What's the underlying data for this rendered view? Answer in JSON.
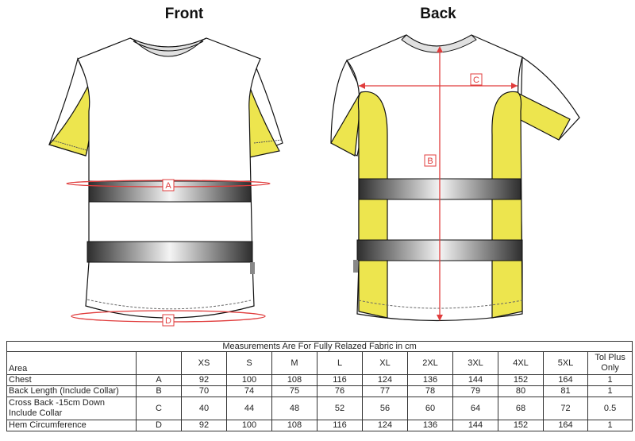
{
  "titles": {
    "front": "Front",
    "back": "Back"
  },
  "measurement_markers": {
    "chest": "A",
    "back_length": "B",
    "cross_back": "C",
    "hem": "D"
  },
  "colors": {
    "hi_vis_yellow": "#EDE54E",
    "measure_red": "#E03C3C",
    "collar_grey": "#E0E0E0",
    "tape_dark": "#3A3A3A"
  },
  "table": {
    "caption": "Measurements Are For Fully Relazed Fabric in cm",
    "header": {
      "area": "Area",
      "code": "",
      "sizes": [
        "XS",
        "S",
        "M",
        "L",
        "XL",
        "2XL",
        "3XL",
        "4XL",
        "5XL"
      ],
      "tol": "Tol Plus Only"
    },
    "rows": [
      {
        "area": "Chest",
        "code": "A",
        "values": [
          "92",
          "100",
          "108",
          "116",
          "124",
          "136",
          "144",
          "152",
          "164"
        ],
        "tol": "1"
      },
      {
        "area": "Back Length (Include Collar)",
        "code": "B",
        "values": [
          "70",
          "74",
          "75",
          "76",
          "77",
          "78",
          "79",
          "80",
          "81"
        ],
        "tol": "1"
      },
      {
        "area": "Cross Back -15cm Down Include Collar",
        "code": "C",
        "values": [
          "40",
          "44",
          "48",
          "52",
          "56",
          "60",
          "64",
          "68",
          "72"
        ],
        "tol": "0.5"
      },
      {
        "area": "Hem Circumference",
        "code": "D",
        "values": [
          "92",
          "100",
          "108",
          "116",
          "124",
          "136",
          "144",
          "152",
          "164"
        ],
        "tol": "1"
      }
    ]
  }
}
